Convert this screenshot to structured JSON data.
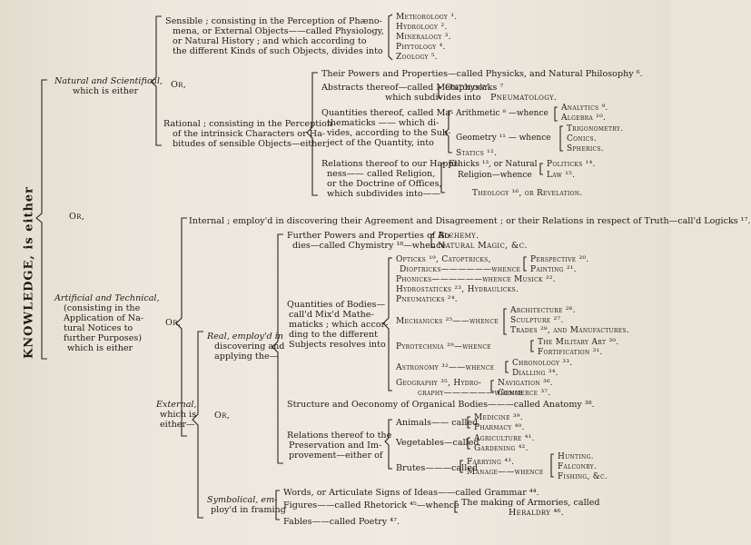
{
  "root": {
    "title": "KNOWLEDGE, is either",
    "or_main": "Or,"
  },
  "natural": {
    "label": "Natural and Scientifical,",
    "label2": "which is either",
    "sensible": {
      "l1": "Sensible ; consisting in the Perception of Phæno-",
      "l2": "mena, or External Objects——called Physiology,",
      "l3": "or Natural History ; and which according to",
      "l4": "the different Kinds of such Objects, divides into",
      "items": [
        "Meteorology ¹.",
        "Hydrology ².",
        "Mineralogy ³.",
        "Phytology ⁴.",
        "Zoology ⁵."
      ]
    },
    "or": "Or,",
    "rational": {
      "l1": "Rational ; consisting in the Perception",
      "l2": "of the intrinsick Characters or Ha-",
      "l3": "bitudes of sensible Objects—either",
      "powers": "Their Powers and Properties—called Physicks, and Natural Philosophy ⁶.",
      "abstracts_l1": "Abstracts thereof—called Metaphysicks ⁷",
      "abstracts_l2": "which subdivides into",
      "ontology": "Ontology.",
      "pneumatology": "Pneumatology.",
      "quant_l1": "Quantities thereof, called Ma-",
      "quant_l2": "thematicks —— which di-",
      "quant_l3": "vides, according to the Sub-",
      "quant_l4": "ject of the Quantity, into",
      "arithmetic": "Arithmetic ⁸ —whence",
      "analytics": "Analytics ⁹.",
      "algebra": "Algebra ¹⁰.",
      "geometry": "Geometry ¹¹ — whence",
      "trigonometry": "Trigonometry.",
      "conics": "Conics.",
      "spherics": "Spherics.",
      "statics": "Statics ¹².",
      "rel_l1": "Relations thereof to our Happi-",
      "rel_l2": "ness—— called Religion,",
      "rel_l3": "or the Doctrine of Offices,",
      "rel_l4": "which subdivides into——",
      "ethics": "Ethicks ¹³, or Natural",
      "politics": "Politicks ¹⁴.",
      "religion": "Religion—whence",
      "law": "Law ¹⁵.",
      "theology": "Theology ¹⁶, or Revelation."
    }
  },
  "artificial": {
    "l1": "Artificial and Technical,",
    "l2": "(consisting in the",
    "l3": "Application of Na-",
    "l4": "tural Notices to",
    "l5": "further Purposes)",
    "l6": "which is either",
    "or": "Or,",
    "internal": "Internal ; employ'd in discovering their Agreement and Disagreement ; or their Relations in respect of Truth—call'd Logicks ¹⁷.",
    "external_l1": "External,",
    "external_l2": "which is",
    "external_l3": "either—",
    "or2": "Or,",
    "real_l1": "Real, employ'd in",
    "real_l2": "discovering and",
    "real_l3": "applying the—",
    "powers_l1": "Further Powers and Properties of Bo-",
    "powers_l2": "dies—called Chymistry ¹⁸—whence",
    "alchemy": "Alchemy.",
    "natural_magic": "Natural Magic, &c.",
    "quant_l1": "Quantities of Bodies—",
    "quant_l2": "call'd Mix'd Mathe-",
    "quant_l3": "maticks ; which accor-",
    "quant_l4": "ding to the different",
    "quant_l5": "Subjects resolves into",
    "optics": "Opticks ¹⁹, Catoptricks,",
    "perspective": "Perspective ²⁰.",
    "dioptrics": "Dioptricks——————whence",
    "painting": "Painting ²¹.",
    "phonics": "Phonicks——————whence Musick ²².",
    "hydrostatics": "Hydrostaticks ²³, Hydraulicks.",
    "pneumatics": "Pneumaticks ²⁴.",
    "mechanics": "Mechanicks ²⁵——whence",
    "architecture": "Architecture ²⁶.",
    "sculpture": "Sculpture ²⁷.",
    "trades": "Trades ²⁸, and Manufactures.",
    "pyrotechnia": "Pyrotechnia ²⁹—whence",
    "military": "The Military Art ³⁰.",
    "fortification": "Fortification ³¹.",
    "astronomy": "Astronomy ³²——whence",
    "chronology": "Chronology ³³.",
    "dialling": "Dialling ³⁴.",
    "geography": "Geography ³⁵, Hydro-",
    "navigation": "Navigation ³⁶.",
    "graphy": "graphy——————whence",
    "commerce": "Commerce ³⁷.",
    "structure": "Structure and Oeconomy of Organical Bodies———called Anatomy ³⁸.",
    "rel_l1": "Relations thereof to the",
    "rel_l2": "Preservation and Im-",
    "rel_l3": "provement—either of",
    "animals": "Animals—— called",
    "medicine": "Medicine ³⁹.",
    "pharmacy": "Pharmacy ⁴⁰.",
    "vegetables": "Vegetables—called",
    "agriculture": "Agriculture ⁴¹.",
    "gardening": "Gardening ⁴².",
    "brutes": "Brutes———called",
    "farrying": "Farrying ⁴³.",
    "manage": "Manage——whence",
    "hunting": "Hunting.",
    "falconry": "Falconry.",
    "fishing": "Fishing, &c.",
    "symb_l1": "Symbolical, em-",
    "symb_l2": "ploy'd in framing",
    "words": "Words, or Articulate Signs of Ideas——called Grammar ⁴⁴.",
    "figures": "Figures——called Rhetorick ⁴⁵—whence",
    "armories_l1": "The making of Armories, called",
    "armories_l2": "Heraldry ⁴⁶.",
    "fables": "Fables——called Poetry ⁴⁷."
  }
}
